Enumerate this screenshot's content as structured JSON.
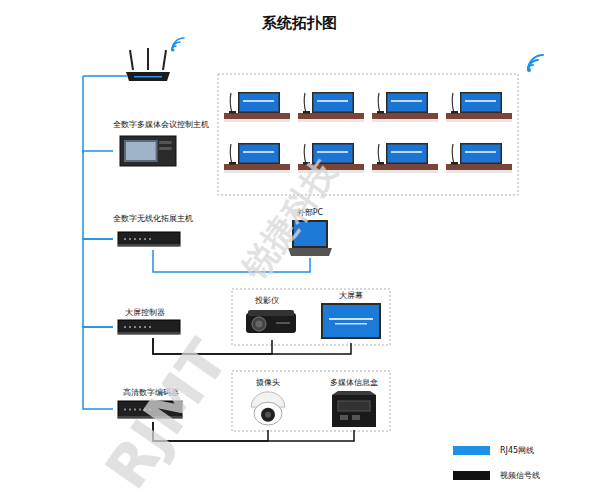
{
  "diagram": {
    "title": "系统拓扑图",
    "nodes": [
      {
        "text": [
          "全数字多媒体会议控制主机"
        ]
      },
      {
        "text": [
          "全数字无线化拓展主机"
        ]
      },
      {
        "text": [
          "外部PC"
        ]
      },
      {
        "text": [
          "大屏控制器"
        ]
      },
      {
        "text": [
          "投影仪"
        ]
      },
      {
        "text": [
          "大屏幕"
        ]
      },
      {
        "text": [
          "高清数字编码器"
        ]
      },
      {
        "text": [
          "摄像头"
        ]
      },
      {
        "text": [
          "多媒体信息盒"
        ]
      }
    ],
    "edges": [
      {
        "from": 0,
        "to": 1,
        "arrow": "none"
      },
      {
        "from": 1,
        "to": 3,
        "arrow": "none"
      },
      {
        "from": 3,
        "to": 6,
        "arrow": "none"
      },
      {
        "from": 1,
        "to": 2,
        "arrow": "none"
      },
      {
        "from": 3,
        "to": 4,
        "arrow": "none"
      },
      {
        "from": 3,
        "to": 5,
        "arrow": "none"
      },
      {
        "from": 6,
        "to": 7,
        "arrow": "none"
      },
      {
        "from": 6,
        "to": 8,
        "arrow": "none"
      }
    ],
    "labels": [
      "RJMT",
      "锐捷科技"
    ],
    "legend": [
      {
        "text": "RJ45网线",
        "color": "#1e90e6"
      },
      {
        "text": "视频信号线",
        "color": "#111111"
      }
    ]
  }
}
